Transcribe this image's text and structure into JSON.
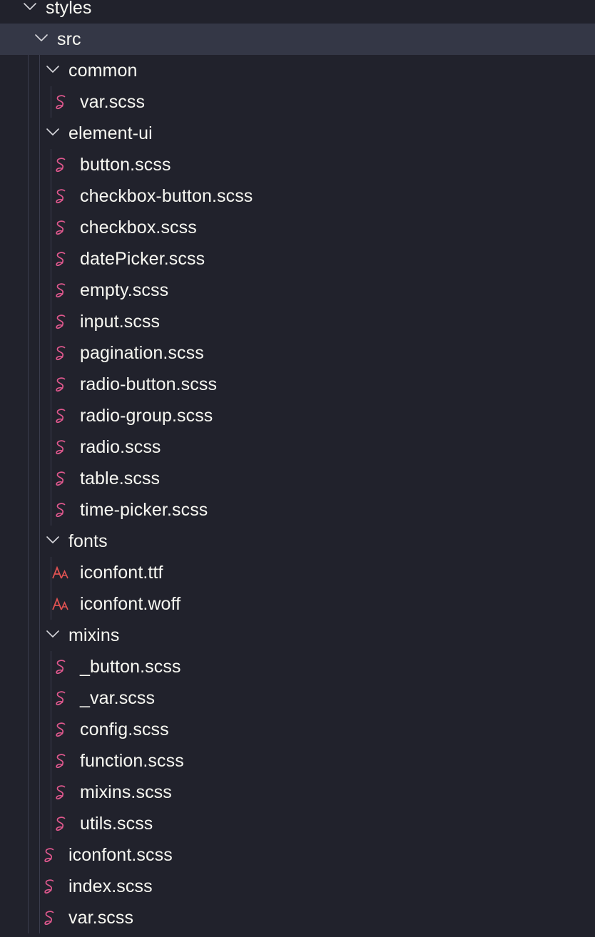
{
  "colors": {
    "background": "#21222c",
    "selection": "#343746",
    "text": "#f8f8f2",
    "chevron": "#d7d7dc",
    "scss_icon": "#e0588e",
    "font_icon": "#e05252",
    "indent_guide": "#3b3d4d"
  },
  "tree": [
    {
      "label": "styles",
      "kind": "folder",
      "depth": 0,
      "icon": "chevron-down-icon"
    },
    {
      "label": "src",
      "kind": "folder",
      "depth": 1,
      "icon": "chevron-down-icon",
      "selected": true
    },
    {
      "label": "common",
      "kind": "folder",
      "depth": 2,
      "icon": "chevron-down-icon"
    },
    {
      "label": "var.scss",
      "kind": "file",
      "depth": 3,
      "icon": "sass-icon"
    },
    {
      "label": "element-ui",
      "kind": "folder",
      "depth": 2,
      "icon": "chevron-down-icon"
    },
    {
      "label": "button.scss",
      "kind": "file",
      "depth": 3,
      "icon": "sass-icon"
    },
    {
      "label": "checkbox-button.scss",
      "kind": "file",
      "depth": 3,
      "icon": "sass-icon"
    },
    {
      "label": "checkbox.scss",
      "kind": "file",
      "depth": 3,
      "icon": "sass-icon"
    },
    {
      "label": "datePicker.scss",
      "kind": "file",
      "depth": 3,
      "icon": "sass-icon"
    },
    {
      "label": "empty.scss",
      "kind": "file",
      "depth": 3,
      "icon": "sass-icon"
    },
    {
      "label": "input.scss",
      "kind": "file",
      "depth": 3,
      "icon": "sass-icon"
    },
    {
      "label": "pagination.scss",
      "kind": "file",
      "depth": 3,
      "icon": "sass-icon"
    },
    {
      "label": "radio-button.scss",
      "kind": "file",
      "depth": 3,
      "icon": "sass-icon"
    },
    {
      "label": "radio-group.scss",
      "kind": "file",
      "depth": 3,
      "icon": "sass-icon"
    },
    {
      "label": "radio.scss",
      "kind": "file",
      "depth": 3,
      "icon": "sass-icon"
    },
    {
      "label": "table.scss",
      "kind": "file",
      "depth": 3,
      "icon": "sass-icon"
    },
    {
      "label": "time-picker.scss",
      "kind": "file",
      "depth": 3,
      "icon": "sass-icon"
    },
    {
      "label": "fonts",
      "kind": "folder",
      "depth": 2,
      "icon": "chevron-down-icon"
    },
    {
      "label": "iconfont.ttf",
      "kind": "file",
      "depth": 3,
      "icon": "font-file-icon"
    },
    {
      "label": "iconfont.woff",
      "kind": "file",
      "depth": 3,
      "icon": "font-file-icon"
    },
    {
      "label": "mixins",
      "kind": "folder",
      "depth": 2,
      "icon": "chevron-down-icon"
    },
    {
      "label": "_button.scss",
      "kind": "file",
      "depth": 3,
      "icon": "sass-icon"
    },
    {
      "label": "_var.scss",
      "kind": "file",
      "depth": 3,
      "icon": "sass-icon"
    },
    {
      "label": "config.scss",
      "kind": "file",
      "depth": 3,
      "icon": "sass-icon"
    },
    {
      "label": "function.scss",
      "kind": "file",
      "depth": 3,
      "icon": "sass-icon"
    },
    {
      "label": "mixins.scss",
      "kind": "file",
      "depth": 3,
      "icon": "sass-icon"
    },
    {
      "label": "utils.scss",
      "kind": "file",
      "depth": 3,
      "icon": "sass-icon"
    },
    {
      "label": "iconfont.scss",
      "kind": "file",
      "depth": 2,
      "icon": "sass-icon"
    },
    {
      "label": "index.scss",
      "kind": "file",
      "depth": 2,
      "icon": "sass-icon"
    },
    {
      "label": "var.scss",
      "kind": "file",
      "depth": 2,
      "icon": "sass-icon"
    }
  ]
}
